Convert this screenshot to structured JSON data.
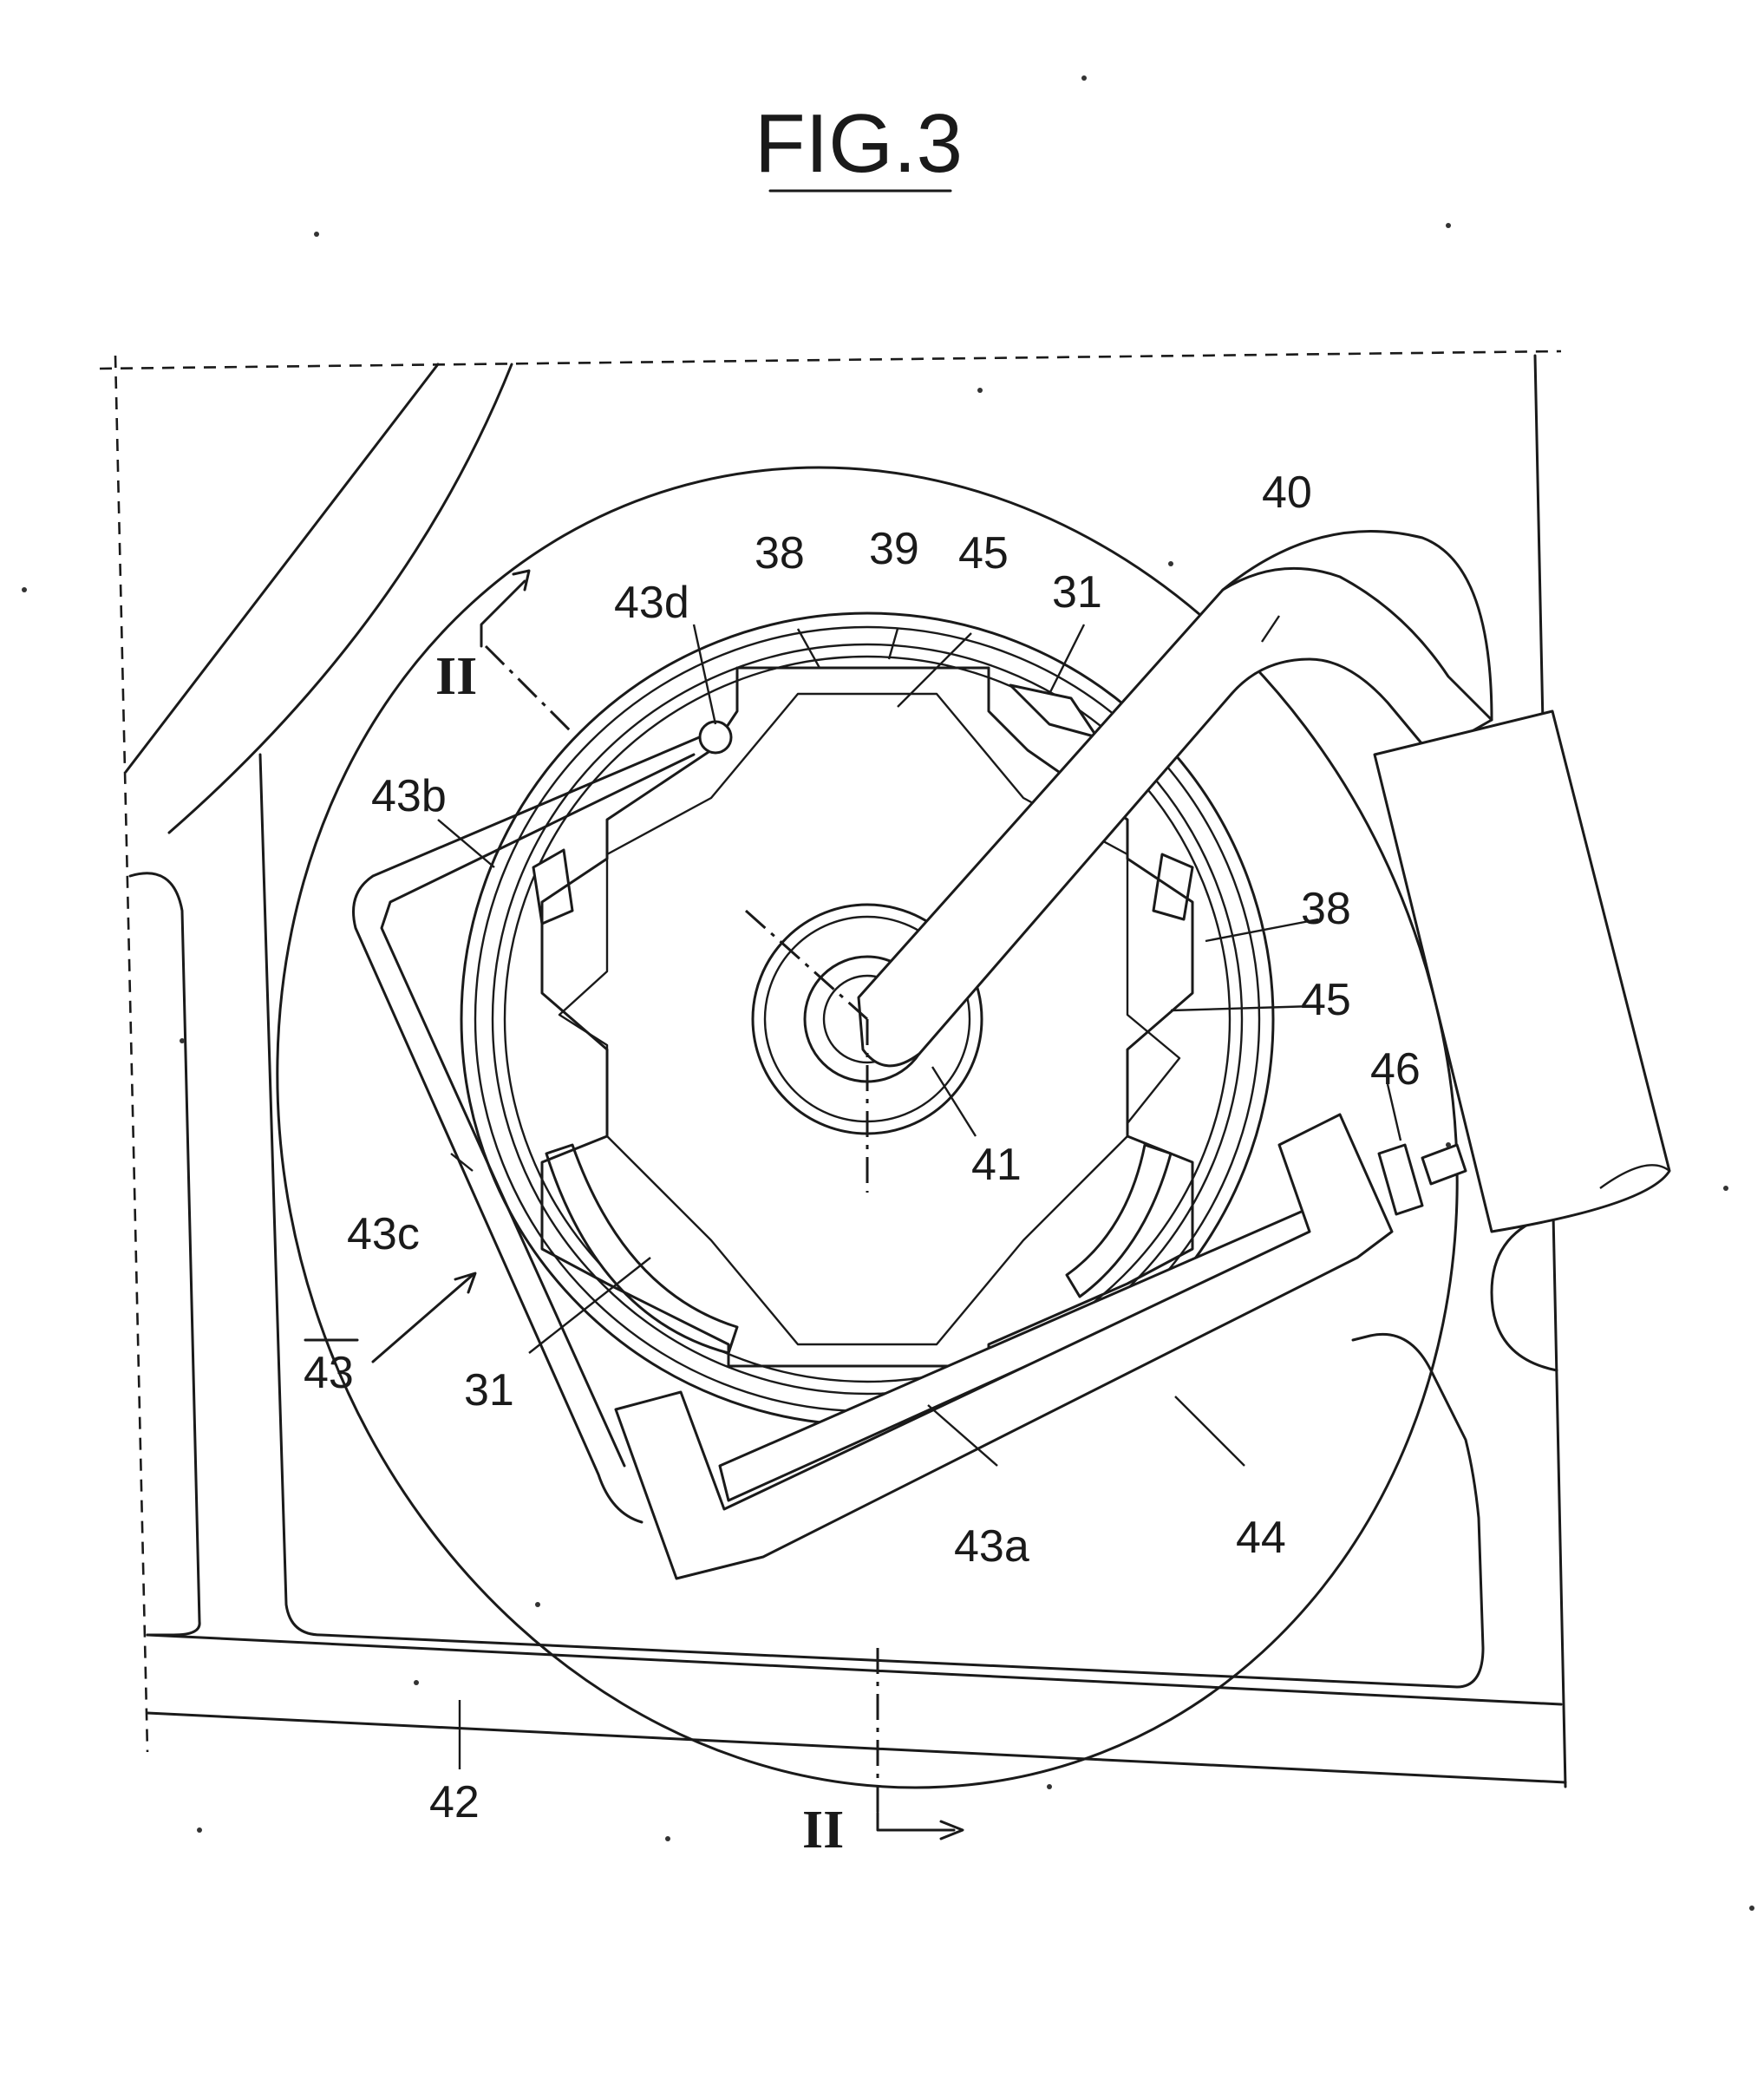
{
  "figure": {
    "title": "FIG.3",
    "section_marker": "II"
  },
  "labels": {
    "l40": "40",
    "l38_top": "38",
    "l39": "39",
    "l45_top": "45",
    "l31_top": "31",
    "l43d": "43d",
    "l43b": "43b",
    "l38_right": "38",
    "l45_right": "45",
    "l46": "46",
    "l41": "41",
    "l43c": "43c",
    "l43": "43",
    "l31_bottom": "31",
    "l43a": "43a",
    "l44": "44",
    "l42": "42"
  }
}
